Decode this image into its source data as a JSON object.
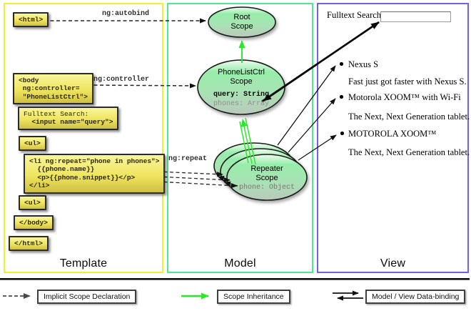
{
  "template": {
    "section_label": "Template",
    "tags": {
      "html_open": "<html>",
      "body_open": "<body\n ng:controller=\n \"PhoneListCtrl\">",
      "fulltext_label": "Fulltext Search:",
      "fulltext_input": "  <input name=\"query\">",
      "ul_open": "<ul>",
      "li_repeat": "<li ng:repeat=\"phone in phones\">\n  {{phone.name}}\n  <p>{{phone.snippet}}</p>\n</li>",
      "ul_close": "<ul>",
      "body_close": "</body>",
      "html_close": "</html>"
    }
  },
  "model": {
    "section_label": "Model",
    "root_scope": {
      "title": "Root\nScope"
    },
    "phonelist_scope": {
      "title": "PhoneListCtrl\nScope",
      "prop_query": "query: String",
      "prop_phones": "phones: Array"
    },
    "repeater_scope": {
      "title": "Repeater\nScope",
      "prop_phone": "phone: Object"
    },
    "arrow_labels": {
      "autobind": "ng:autobind",
      "controller": "ng:controller",
      "repeat": "ng:repeat"
    }
  },
  "view": {
    "section_label": "View",
    "search_label": "Fulltext Search:",
    "search_value": "",
    "items": [
      {
        "name": "Nexus S",
        "snippet": "Fast just got faster with Nexus S."
      },
      {
        "name": "Motorola XOOM™  with Wi-Fi",
        "snippet": "The Next, Next Generation tablet."
      },
      {
        "name": "MOTOROLA XOOM™",
        "snippet": "The Next, Next Generation tablet."
      }
    ]
  },
  "legend": {
    "implicit": "Implicit Scope Declaration",
    "inheritance": "Scope Inheritance",
    "binding": "Model / View Data-binding"
  },
  "colors": {
    "template_border": "#f2ee34",
    "model_border": "#52e793",
    "view_border": "#7262dd",
    "scope_fill": "#97edaa",
    "code_box_fill": "#efe55f",
    "inheritance_arrow": "#2ae82a"
  }
}
